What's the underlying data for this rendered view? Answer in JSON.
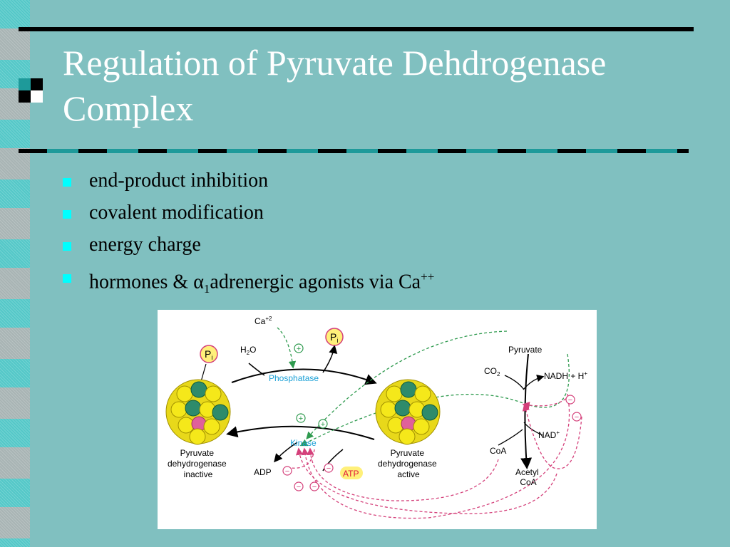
{
  "slide": {
    "title": "Regulation of Pyruvate Dehdrogenase Complex",
    "bullets": [
      {
        "text": "end-product inhibition"
      },
      {
        "text": "covalent modification"
      },
      {
        "text": "energy charge"
      },
      {
        "pre": "hormones & ",
        "symbol": "α",
        "sub": "1",
        "post": "adrenergic agonists via Ca",
        "sup": "++"
      }
    ],
    "colors": {
      "background": "#80c0c0",
      "bullet": "#00ffff",
      "accent": "#1e9a9a",
      "title": "#ffffff"
    }
  },
  "figure": {
    "ca": "Ca",
    "ca_sup": "+2",
    "h2o_h": "H",
    "h2o_sub": "2",
    "h2o_o": "O",
    "pi": "P",
    "pi_sub": "i",
    "phosphatase": "Phosphatase",
    "kinase": "Kinase",
    "inactive_label": [
      "Pyruvate",
      "dehydrogenase",
      "inactive"
    ],
    "active_label": [
      "Pyruvate",
      "dehydrogenase",
      "active"
    ],
    "adp": "ADP",
    "atp": "ATP",
    "pyruvate": "Pyruvate",
    "co2": "CO",
    "co2_sub": "2",
    "nadh": "NADH + H",
    "nadh_sup": "+",
    "nad": "NAD",
    "nad_sup": "+",
    "coa": "CoA",
    "acetyl": "Acetyl",
    "acetyl_coa": "CoA",
    "plus": "+",
    "minus": "−",
    "colors": {
      "phosphatase": "#1aa0d6",
      "kinase": "#1aa0d6",
      "stimulate": "#2e9a4e",
      "inhibit": "#d4407a",
      "atp_fill": "#fff07a",
      "atp_text": "#e0103a",
      "sphere_yellow": "#f5e81a",
      "sphere_green": "#2e8b6b",
      "sphere_pink": "#e0609a"
    }
  }
}
